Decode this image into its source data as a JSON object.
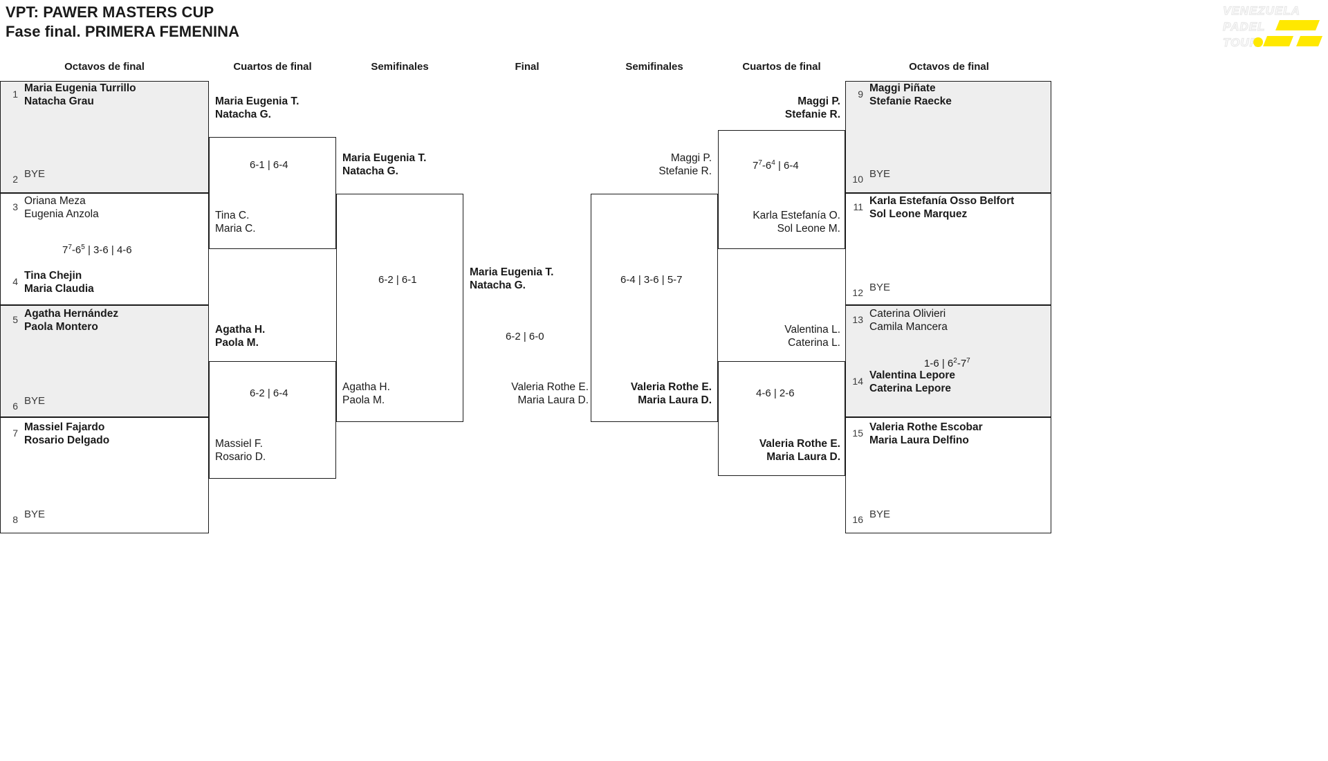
{
  "header": {
    "title_line1": "VPT: PAWER MASTERS CUP",
    "title_line2": "Fase final. PRIMERA FEMENINA",
    "logo": {
      "line1": "VENEZUELA",
      "line2": "PADEL",
      "line3": "TOUR.",
      "accent_color": "#FFE800"
    }
  },
  "round_headers": {
    "left_octavos": "Octavos de final",
    "left_cuartos": "Cuartos de final",
    "left_semis": "Semifinales",
    "final": "Final",
    "right_semis": "Semifinales",
    "right_cuartos": "Cuartos de final",
    "right_octavos": "Octavos de final"
  },
  "bye_label": "BYE",
  "left": {
    "octavos": [
      {
        "seed": "1",
        "lines": [
          "Maria Eugenia Turrillo",
          "Natacha Grau"
        ],
        "winner": true,
        "bye": false
      },
      {
        "seed": "2",
        "lines": [],
        "winner": false,
        "bye": true
      },
      {
        "seed": "3",
        "lines": [
          "Oriana Meza",
          "Eugenia Anzola"
        ],
        "winner": false,
        "bye": false
      },
      {
        "seed": "4",
        "lines": [
          "Tina Chejin",
          "Maria Claudia"
        ],
        "winner": true,
        "bye": false
      },
      {
        "seed": "5",
        "lines": [
          "Agatha Hernández",
          "Paola Montero"
        ],
        "winner": true,
        "bye": false
      },
      {
        "seed": "6",
        "lines": [],
        "winner": false,
        "bye": true
      },
      {
        "seed": "7",
        "lines": [
          "Massiel Fajardo",
          "Rosario Delgado"
        ],
        "winner": true,
        "bye": false
      },
      {
        "seed": "8",
        "lines": [],
        "winner": false,
        "bye": true
      }
    ],
    "octavos_scores": [
      {
        "parts": [
          {
            "g": "7",
            "sup": "7"
          },
          {
            "sep": "-"
          },
          {
            "g": "6",
            "sup": "5"
          },
          {
            "bar": true
          },
          {
            "g": "3-6"
          },
          {
            "bar": true
          },
          {
            "g": "4-6"
          }
        ]
      }
    ],
    "cuartos": [
      {
        "lines": [
          "Maria Eugenia T.",
          "Natacha G."
        ],
        "winner": true
      },
      {
        "lines": [
          "Tina C.",
          "Maria C."
        ],
        "winner": false
      },
      {
        "lines": [
          "Agatha H.",
          "Paola M."
        ],
        "winner": true
      },
      {
        "lines": [
          "Massiel F.",
          "Rosario D."
        ],
        "winner": false
      }
    ],
    "cuartos_scores": [
      "6-1 | 6-4",
      "6-2 | 6-4"
    ],
    "semis": [
      {
        "lines": [
          "Maria Eugenia T.",
          "Natacha G."
        ],
        "winner": true
      },
      {
        "lines": [
          "Agatha H.",
          "Paola M."
        ],
        "winner": false
      }
    ],
    "semis_score": "6-2 | 6-1"
  },
  "final": {
    "top": {
      "lines": [
        "Maria Eugenia T.",
        "Natacha G."
      ],
      "winner": true
    },
    "bottom": {
      "lines": [
        "Valeria Rothe E.",
        "Maria Laura D."
      ],
      "winner": false
    },
    "score": "6-2 | 6-0"
  },
  "right": {
    "octavos": [
      {
        "seed": "9",
        "lines": [
          "Maggi Piñate",
          "Stefanie Raecke"
        ],
        "winner": true,
        "bye": false
      },
      {
        "seed": "10",
        "lines": [],
        "winner": false,
        "bye": true
      },
      {
        "seed": "11",
        "lines": [
          "Karla Estefanía Osso Belfort",
          "Sol Leone Marquez"
        ],
        "winner": true,
        "bye": false
      },
      {
        "seed": "12",
        "lines": [],
        "winner": false,
        "bye": true
      },
      {
        "seed": "13",
        "lines": [
          "Caterina Olivieri",
          "Camila Mancera"
        ],
        "winner": false,
        "bye": false
      },
      {
        "seed": "14",
        "lines": [
          "Valentina Lepore",
          "Caterina Lepore"
        ],
        "winner": true,
        "bye": false
      },
      {
        "seed": "15",
        "lines": [
          "Valeria Rothe Escobar",
          "Maria Laura Delfino"
        ],
        "winner": true,
        "bye": false
      },
      {
        "seed": "16",
        "lines": [],
        "winner": false,
        "bye": true
      }
    ],
    "octavos_scores": [
      {
        "parts": [
          {
            "g": "1-6"
          },
          {
            "bar": true
          },
          {
            "g": "6",
            "sup": "2"
          },
          {
            "sep": "-"
          },
          {
            "g": "7",
            "sup": "7"
          }
        ]
      }
    ],
    "cuartos": [
      {
        "lines": [
          "Maggi P.",
          "Stefanie R."
        ],
        "winner": true
      },
      {
        "lines": [
          "Karla Estefanía O.",
          "Sol Leone M."
        ],
        "winner": false
      },
      {
        "lines": [
          "Valentina L.",
          "Caterina L."
        ],
        "winner": false
      },
      {
        "lines": [
          "Valeria Rothe E.",
          "Maria Laura D."
        ],
        "winner": true
      }
    ],
    "cuartos_scores": [
      {
        "parts": [
          {
            "g": "7",
            "sup": "7"
          },
          {
            "sep": "-"
          },
          {
            "g": "6",
            "sup": "4"
          },
          {
            "bar": true
          },
          {
            "g": "6-4"
          }
        ]
      },
      {
        "parts": [
          {
            "g": "4-6"
          },
          {
            "bar": true
          },
          {
            "g": "2-6"
          }
        ]
      }
    ],
    "semis": [
      {
        "lines": [
          "Maggi P.",
          "Stefanie R."
        ],
        "winner": false
      },
      {
        "lines": [
          "Valeria Rothe E.",
          "Maria Laura D."
        ],
        "winner": true
      }
    ],
    "semis_score": "6-4 | 3-6 | 5-7"
  }
}
